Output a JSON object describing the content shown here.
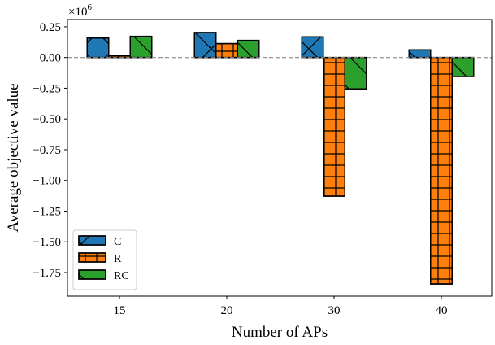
{
  "chart_data": {
    "type": "bar",
    "title": "",
    "xlabel": "Number of APs",
    "ylabel": "Average objective value",
    "y_scale_label": "×10",
    "y_scale_exponent": "6",
    "categories": [
      "15",
      "20",
      "30",
      "40"
    ],
    "series": [
      {
        "name": "C",
        "color": "#1f77b4",
        "hatch": "x",
        "values": [
          0.159,
          0.203,
          0.168,
          0.062
        ]
      },
      {
        "name": "R",
        "color": "#ff7f0e",
        "hatch": "+",
        "values": [
          0.013,
          0.113,
          -1.128,
          -1.843
        ]
      },
      {
        "name": "RC",
        "color": "#2ca02c",
        "hatch": "\\",
        "values": [
          0.172,
          0.139,
          -0.256,
          -0.154
        ]
      }
    ],
    "yticks": [
      0.25,
      0.0,
      -0.25,
      -0.5,
      -0.75,
      -1.0,
      -1.25,
      -1.5,
      -1.75
    ],
    "ytick_labels": [
      "0.25",
      "0.00",
      "−0.25",
      "−0.50",
      "−0.75",
      "−1.00",
      "−1.25",
      "−1.50",
      "−1.75"
    ],
    "ylim": [
      -1.942,
      0.309
    ],
    "reference_line": 0,
    "grid": false,
    "legend_position": "lower-left"
  }
}
